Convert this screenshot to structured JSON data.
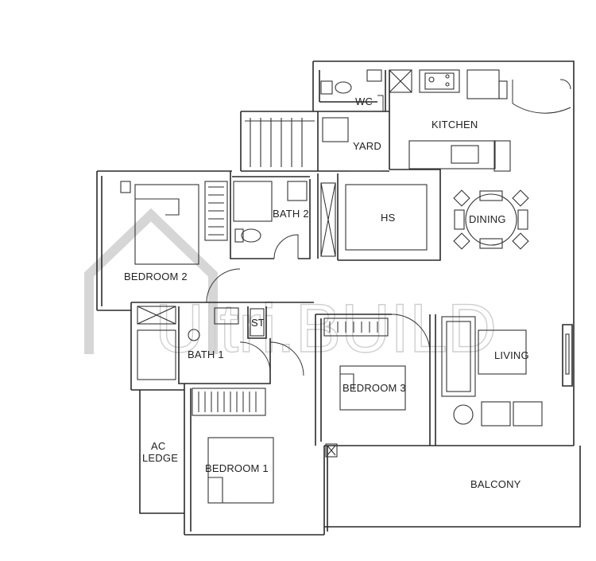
{
  "rooms": {
    "wc": "WC",
    "kitchen": "KITCHEN",
    "yard": "YARD",
    "bath2": "BATH 2",
    "hs": "HS",
    "dining": "DINING",
    "bedroom2": "BEDROOM 2",
    "st": "ST",
    "bath1": "BATH 1",
    "living": "LIVING",
    "bedroom3": "BEDROOM 3",
    "ac_ledge_line1": "AC",
    "ac_ledge_line2": "LEDGE",
    "bedroom1": "BEDROOM 1",
    "balcony": "BALCONY"
  },
  "watermark": {
    "text": "Ultri.BUILD"
  }
}
